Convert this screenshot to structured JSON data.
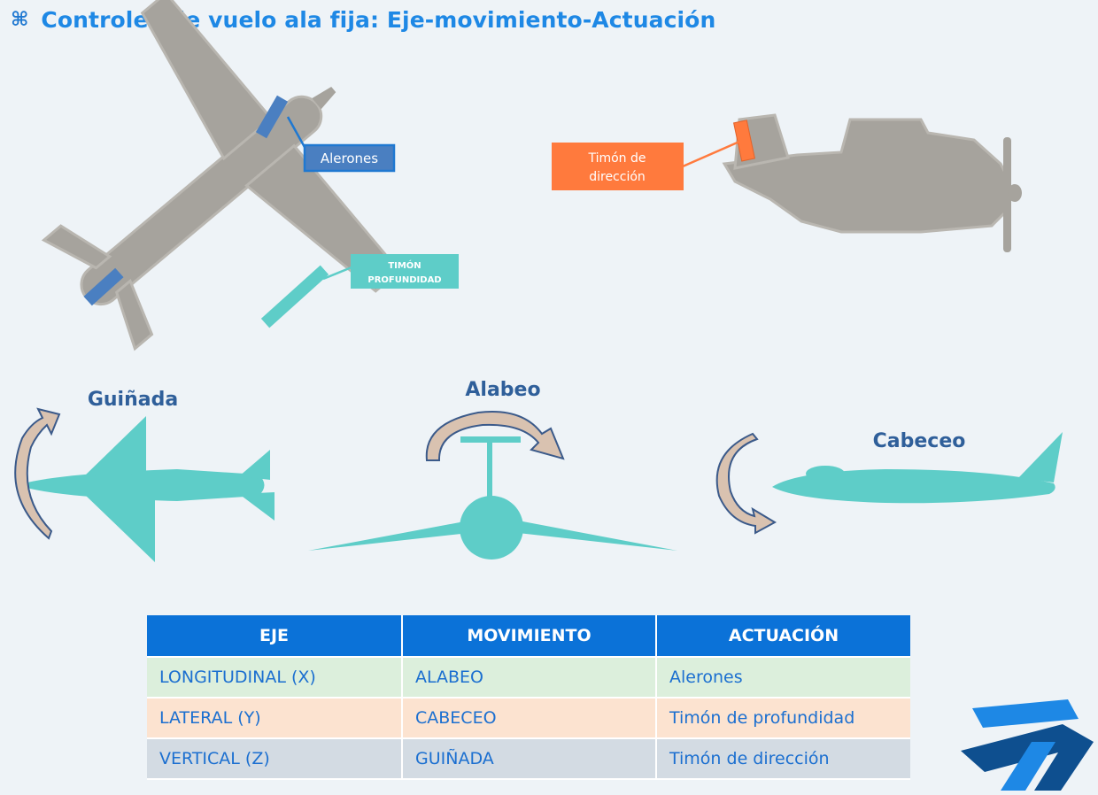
{
  "header": {
    "icon": "command-icon",
    "title": "Controles de vuelo ala fija: Eje-movimiento-Actuación"
  },
  "callouts": {
    "alerones": "Alerones",
    "timon_profundidad_line1": "TIMÓN",
    "timon_profundidad_line2": "PROFUNDIDAD",
    "timon_direccion_line1": "Timón de",
    "timon_direccion_line2": "dirección"
  },
  "motions": {
    "guinada": "Guiñada",
    "alabeo": "Alabeo",
    "cabeceo": "Cabeceo"
  },
  "table": {
    "headers": [
      "EJE",
      "MOVIMIENTO",
      "ACTUACIÓN"
    ],
    "rows": [
      [
        "LONGITUDINAL (X)",
        "ALABEO",
        "Alerones"
      ],
      [
        "LATERAL (Y)",
        "CABECEO",
        "Timón de profundidad"
      ],
      [
        "VERTICAL (Z)",
        "GUIÑADA",
        "Timón de dirección"
      ]
    ]
  },
  "colors": {
    "title": "#1e88e5",
    "plane_gray": "#a6a39d",
    "teal": "#5ecdc8",
    "aileron_blue": "#4a7fc1",
    "rudder_orange": "#ff7a3d",
    "header_blue": "#0b72d8",
    "arrow_fill": "#d9c2b0",
    "arrow_stroke": "#3b5a8a"
  },
  "logo": "brand-logo"
}
